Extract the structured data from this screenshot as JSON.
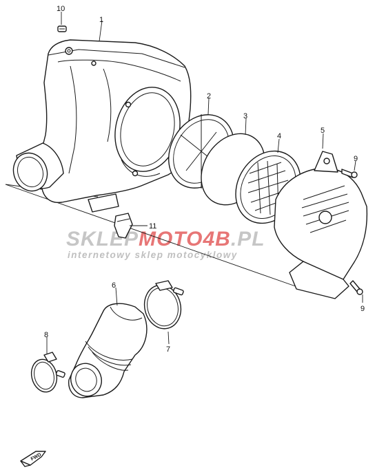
{
  "callouts": [
    "1",
    "2",
    "3",
    "4",
    "5",
    "6",
    "7",
    "8",
    "9",
    "9",
    "10",
    "11"
  ],
  "watermark": {
    "logo_left": "SKLEP",
    "logo_mid": "MOTO",
    "logo_right": "4B",
    "logo_suffix": ".PL",
    "tagline": "internetowy sklep motocyklowy",
    "color_red": "#e05a5a",
    "color_grey": "#b9b9b9"
  },
  "direction_mark": "FWD",
  "icons": [
    "arrow-fwd-icon"
  ]
}
